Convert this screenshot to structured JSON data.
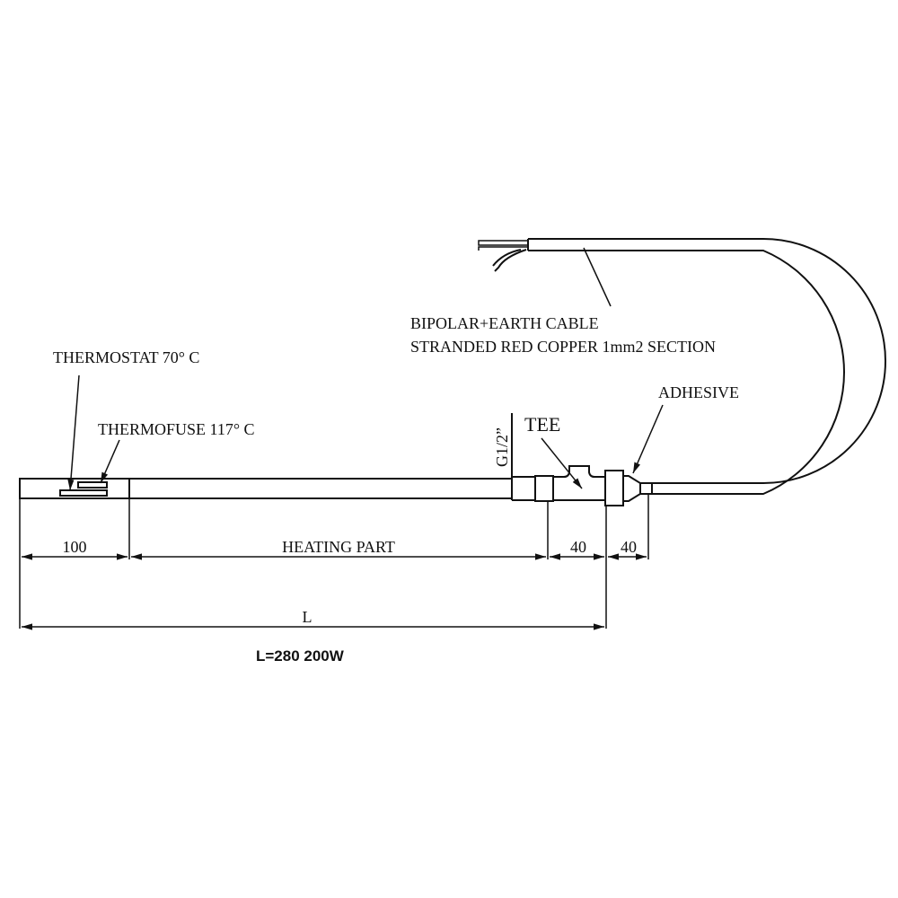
{
  "labels": {
    "cable_line1": "BIPOLAR+EARTH CABLE",
    "cable_line2": "STRANDED RED COPPER 1mm2 SECTION",
    "adhesive": "ADHESIVE",
    "thermostat": "THERMOSTAT 70° C",
    "thermofuse": "THERMOFUSE 117° C",
    "tee": "TEE",
    "thread": "G1/2”"
  },
  "dimensions": {
    "cold_zone": "100",
    "heating_part": "HEATING PART",
    "fitting": "40",
    "cable_exit": "40",
    "total": "L"
  },
  "spec": "L=280 200W"
}
